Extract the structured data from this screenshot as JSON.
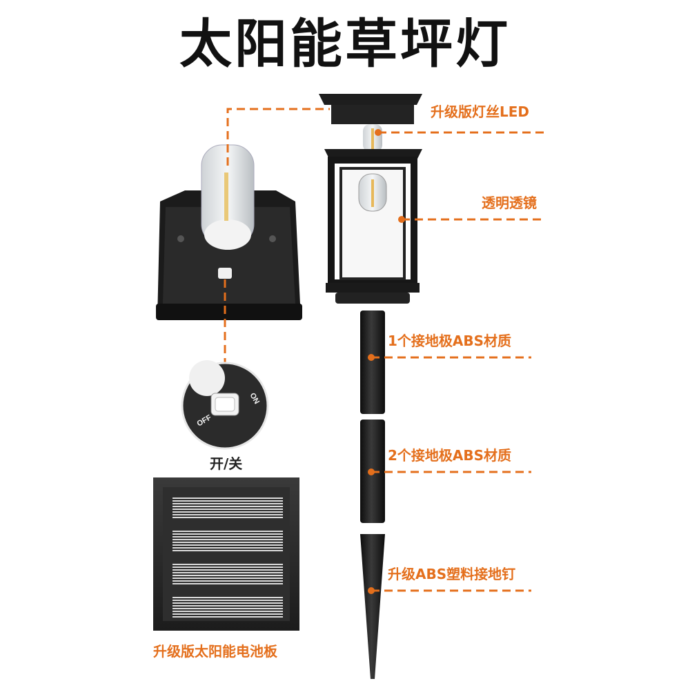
{
  "title": "太阳能草坪灯",
  "labels": {
    "led": "升级版灯丝LED",
    "lens": "透明透镜",
    "pole1": "1个接地极ABS材质",
    "pole2": "2个接地极ABS材质",
    "spike": "升级ABS塑料接地钉",
    "switch": "开/关",
    "panel": "升级版太阳能电池板",
    "switch_off": "OFF",
    "switch_on": "ON"
  },
  "colors": {
    "accent": "#e46f1c",
    "product_black": "#1a1a1a",
    "title": "#111111"
  }
}
